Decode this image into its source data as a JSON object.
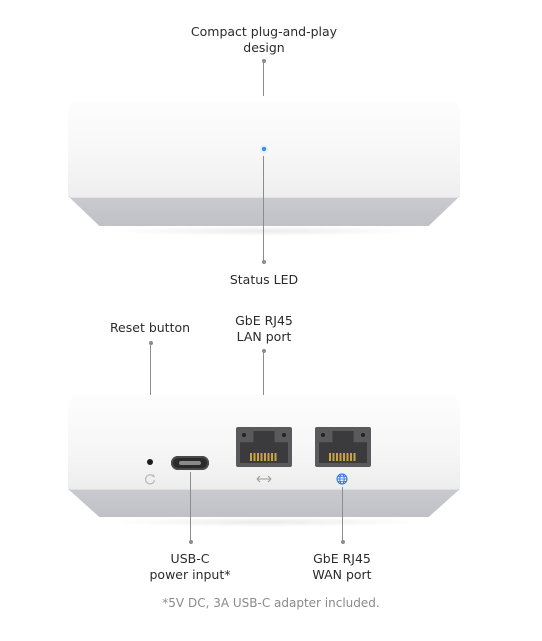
{
  "callouts": {
    "compact_design": [
      "Compact plug-and-play",
      "design"
    ],
    "status_led": [
      "Status LED"
    ],
    "reset_button": [
      "Reset button"
    ],
    "lan_port": [
      "GbE RJ45",
      "LAN port"
    ],
    "usb_c": [
      "USB-C",
      "power input*"
    ],
    "wan_port": [
      "GbE RJ45",
      "WAN port"
    ]
  },
  "footnote": "*5V DC, 3A USB-C adapter included.",
  "colors": {
    "led": "#2f8fe8",
    "wan_icon": "#2f6fd8",
    "lan_icon": "#9a9a9a",
    "leader": "#8c8c8c"
  },
  "icons": {
    "reset": "reset-icon",
    "lan": "lan-arrows-icon",
    "wan": "globe-icon"
  }
}
